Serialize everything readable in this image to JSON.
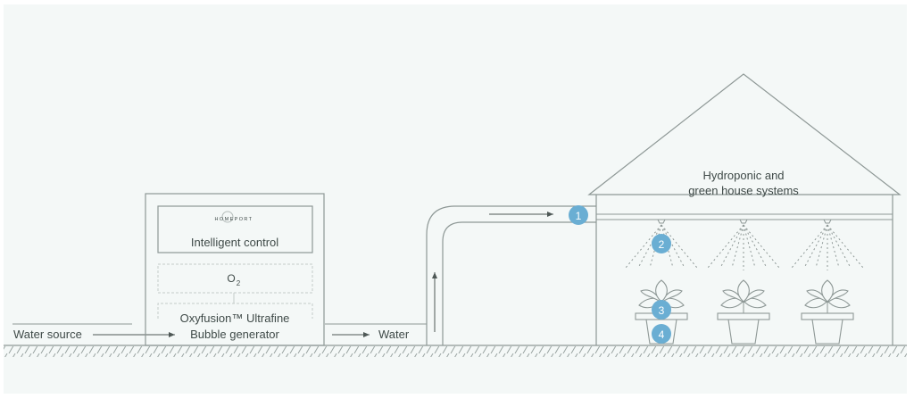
{
  "source": {
    "label": "Water source"
  },
  "generator": {
    "brand": "HOMEPORT",
    "control_label": "Intelligent control",
    "oxygen_label": "O",
    "oxygen_sub": "2",
    "unit_line1": "Oxyfusion™ Ultrafine",
    "unit_line2": "Bubble generator"
  },
  "pipe": {
    "water_label": "Water"
  },
  "greenhouse": {
    "title_line1": "Hydroponic and",
    "title_line2": "green house systems"
  },
  "markers": [
    "1",
    "2",
    "3",
    "4"
  ],
  "colors": {
    "background": "#f4f8f7",
    "line": "#8e9896",
    "marker": "#6aaed3",
    "text": "#3f4a48"
  }
}
